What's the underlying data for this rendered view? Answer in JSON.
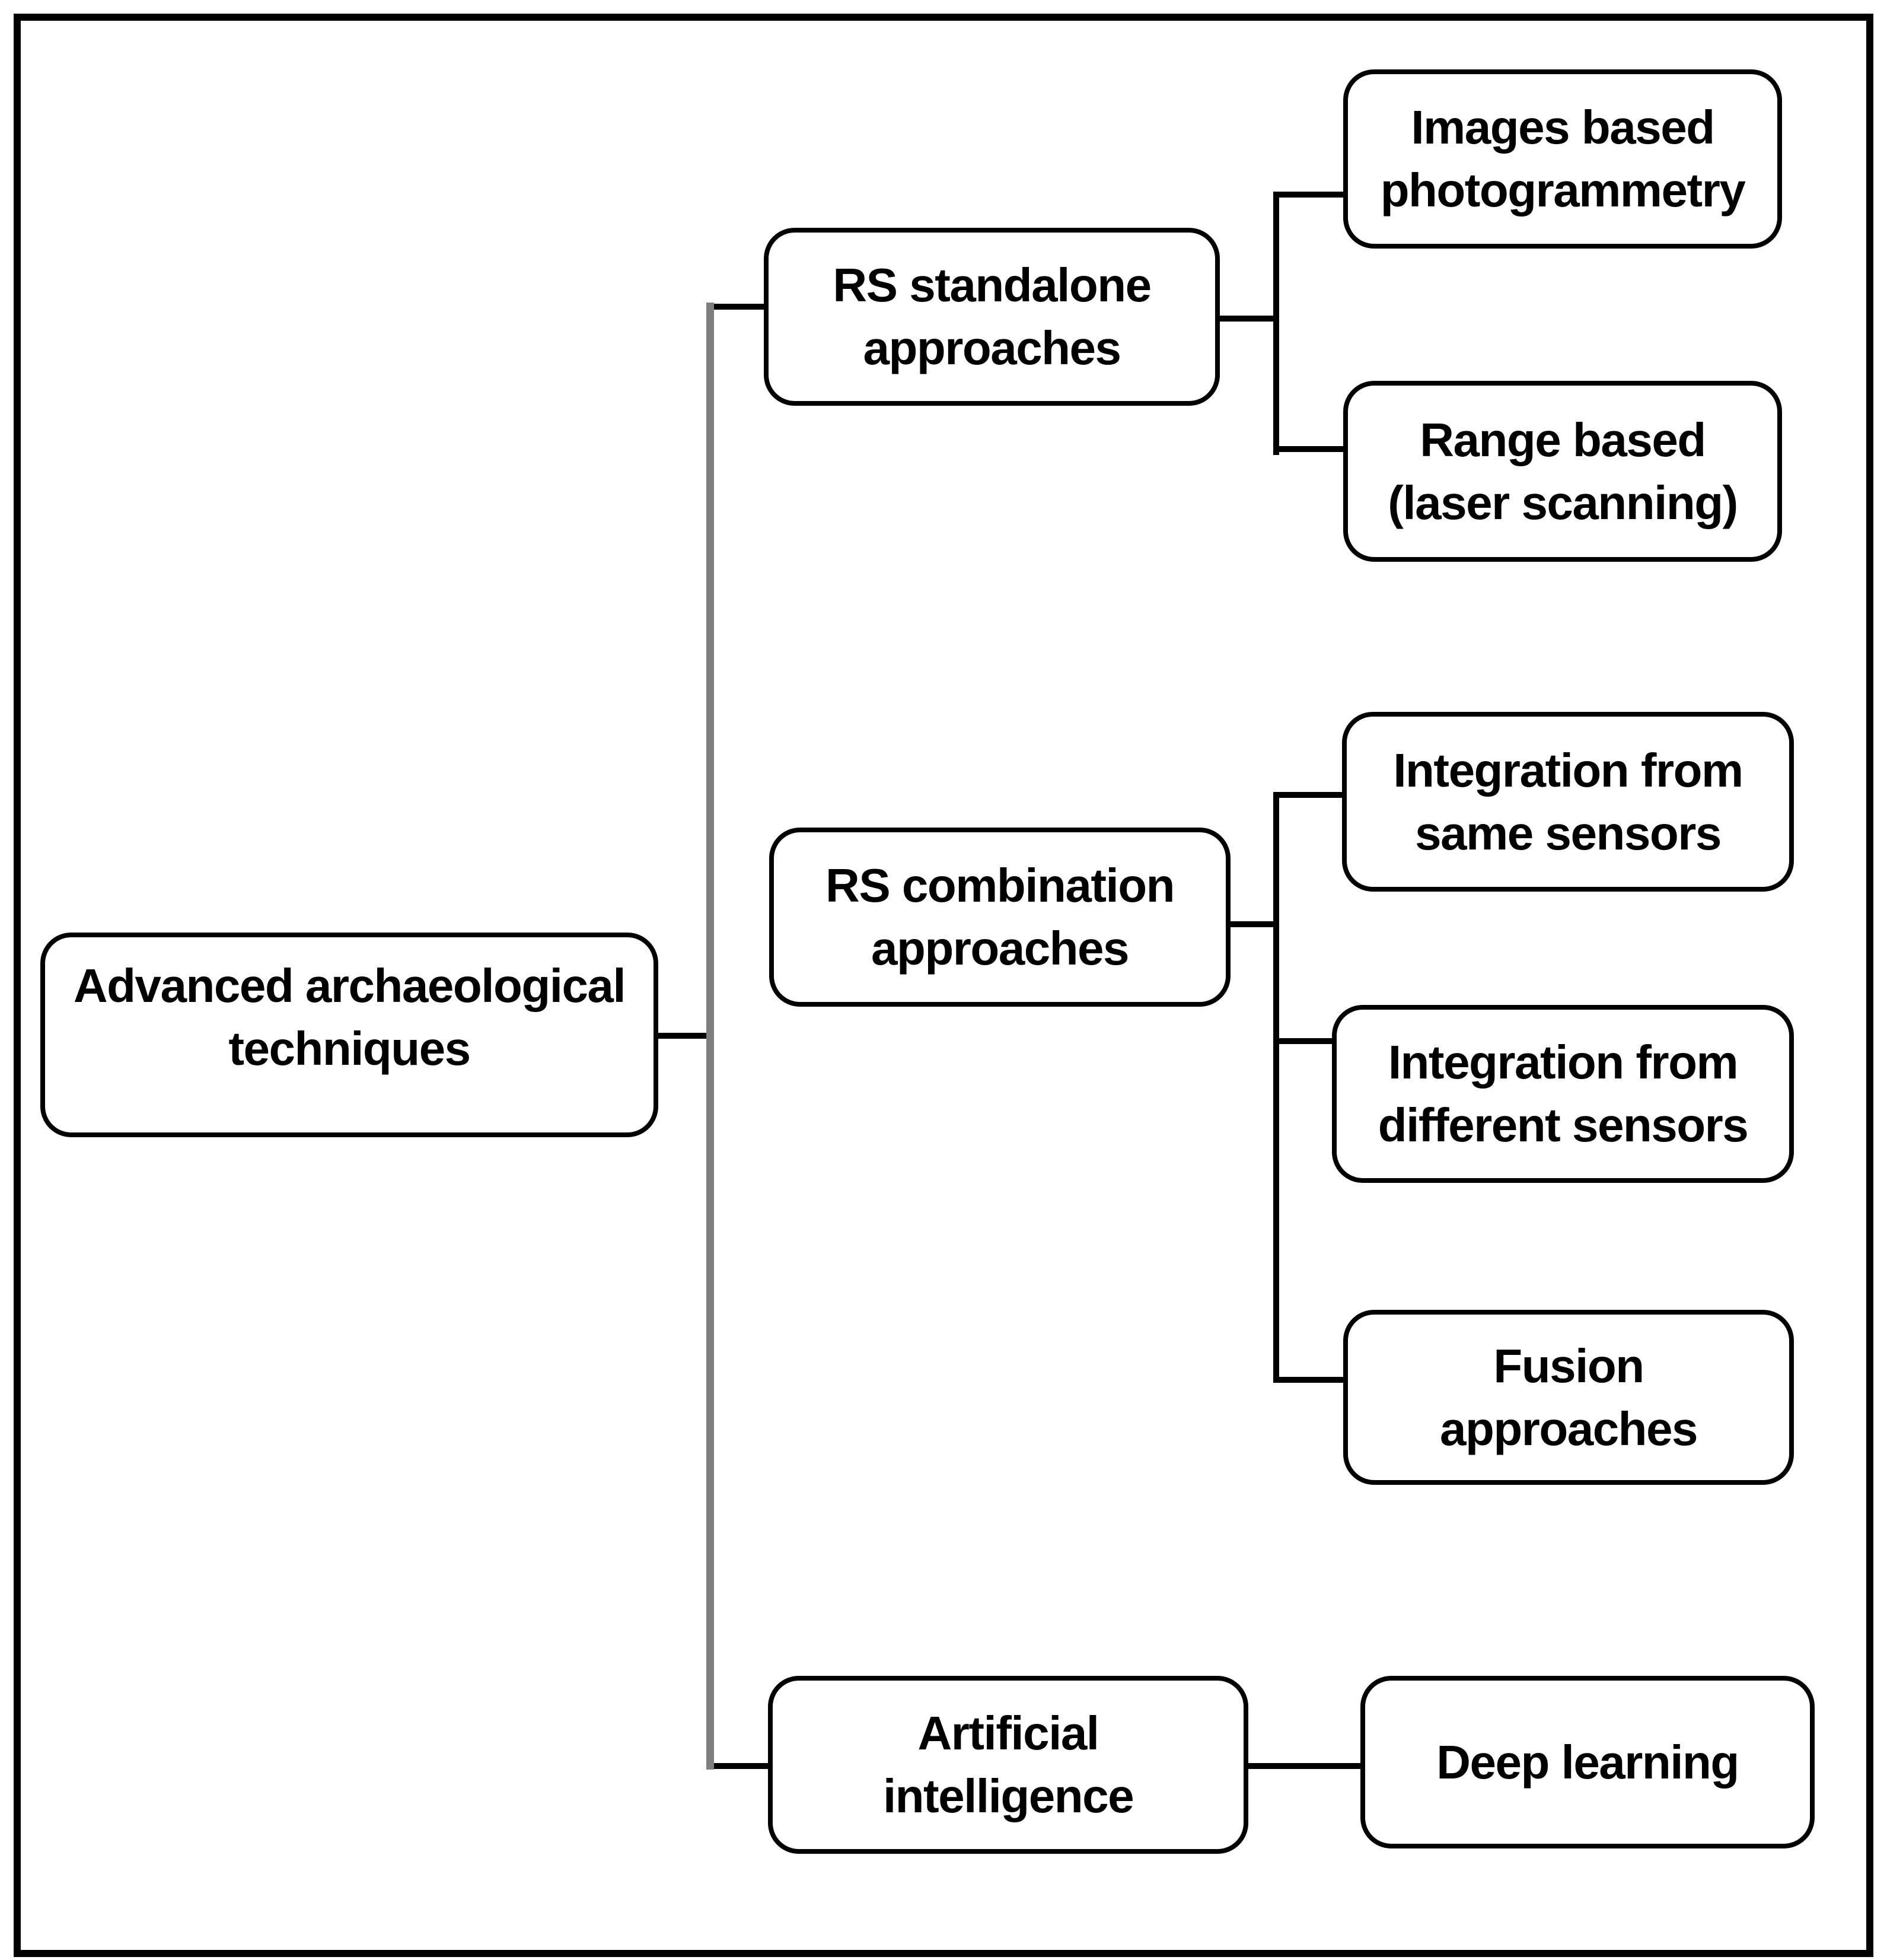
{
  "diagram": {
    "type": "hierarchy-tree",
    "root": {
      "label": "Advanced archaeological\ntechniques"
    },
    "branches": [
      {
        "label": "RS standalone\napproaches",
        "children": [
          {
            "label": "Images based\nphotogrammetry"
          },
          {
            "label": "Range based\n(laser scanning)"
          }
        ]
      },
      {
        "label": "RS combination\napproaches",
        "children": [
          {
            "label": "Integration from\nsame sensors"
          },
          {
            "label": "Integration from\ndifferent sensors"
          },
          {
            "label": "Fusion\napproaches"
          }
        ]
      },
      {
        "label": "Artificial\nintelligence",
        "children": [
          {
            "label": "Deep learning"
          }
        ]
      }
    ],
    "colors": {
      "line": "#000000",
      "trunk": "#7f7f7f",
      "box_border": "#000000",
      "box_fill": "#ffffff",
      "text": "#000000",
      "background": "#ffffff"
    }
  }
}
